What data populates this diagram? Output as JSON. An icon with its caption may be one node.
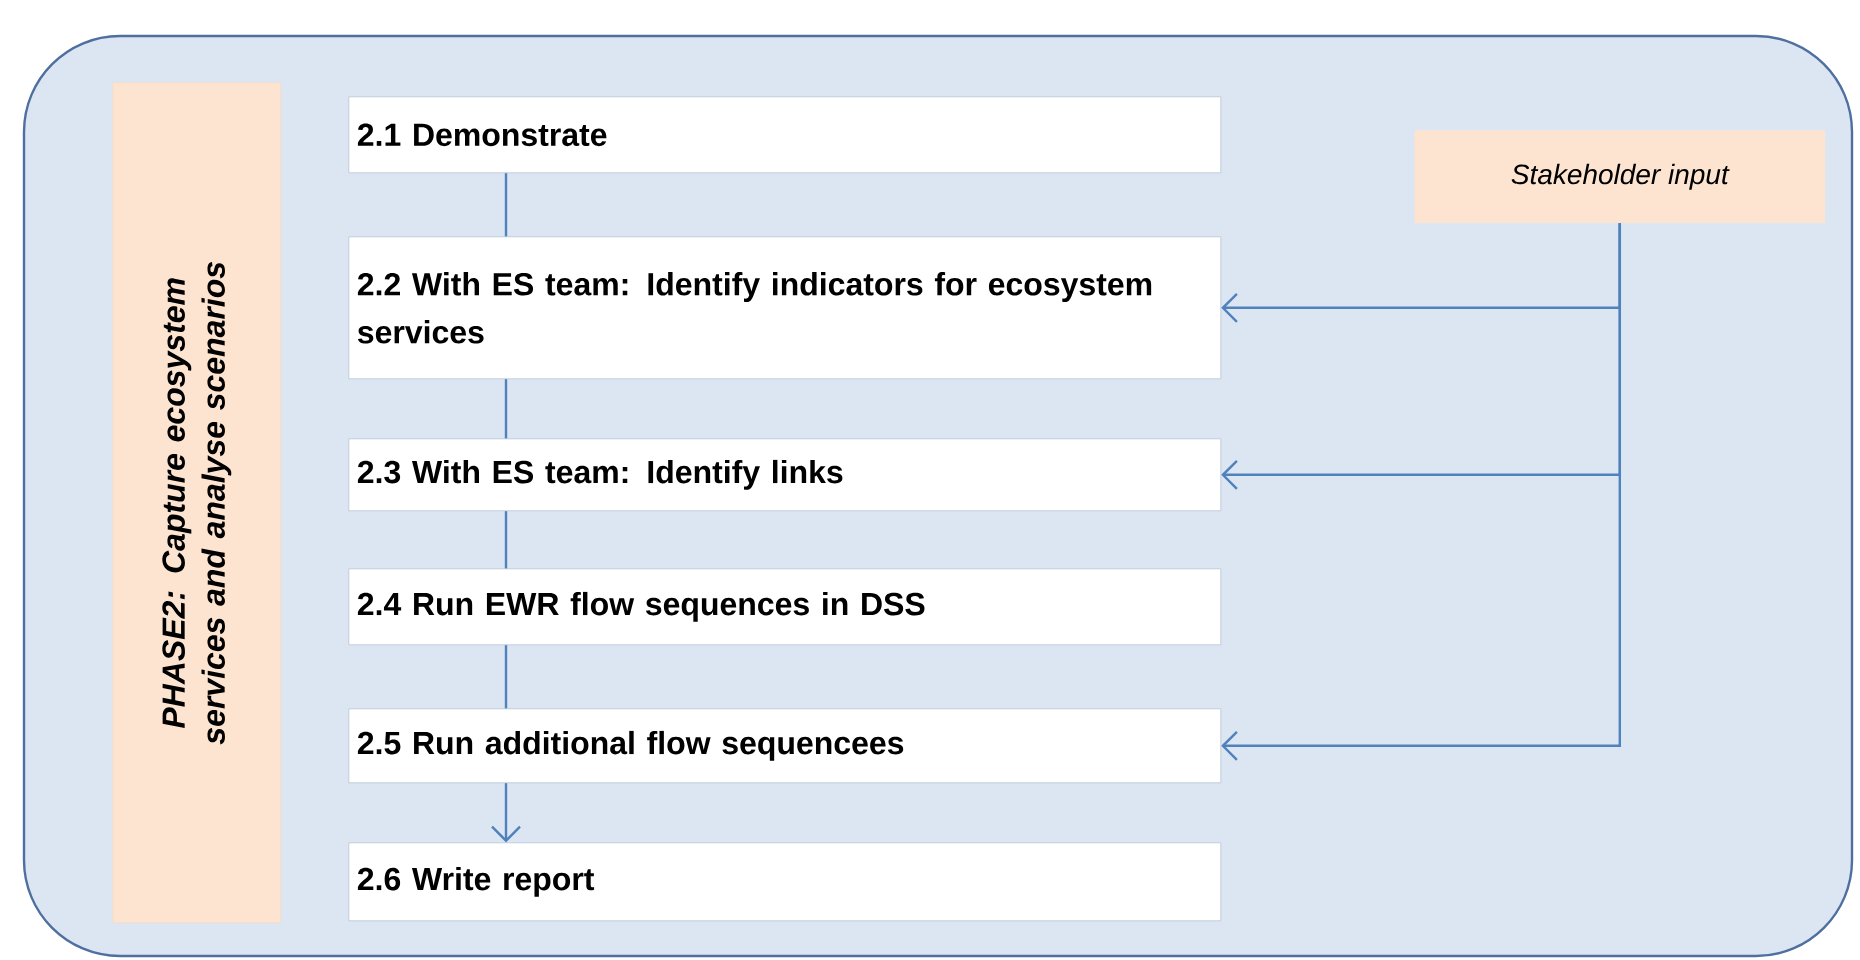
{
  "diagram": {
    "nodes": [
      {
        "text": [],
        "shape": "box"
      },
      {
        "text": [
          "PHASE2: Capture ecosystem services and analyse scenarios"
        ],
        "in": 0
      },
      {
        "text": [
          "2.1 Demonstrate"
        ],
        "in": 0
      },
      {
        "text": [
          "2.2 With ES team: Identify indicators for ecosystem services"
        ],
        "in": 0
      },
      {
        "text": [
          "2.3 With ES team: Identify links"
        ],
        "in": 0
      },
      {
        "text": [
          "2.4 Run EWR flow sequences in DSS"
        ],
        "in": 0
      },
      {
        "text": [
          "2.5 Run additional flow sequencees"
        ],
        "in": 0
      },
      {
        "text": [
          "2.6 Write report"
        ],
        "in": 0
      },
      {
        "text": [
          "Stakeholder input"
        ],
        "in": 0
      }
    ],
    "edges": [
      {
        "from": 2,
        "to": 3,
        "arrow": "none"
      },
      {
        "from": 3,
        "to": 4,
        "arrow": "none"
      },
      {
        "from": 4,
        "to": 5,
        "arrow": "none"
      },
      {
        "from": 5,
        "to": 6,
        "arrow": "none"
      },
      {
        "from": 6,
        "to": 7,
        "arrow": "to"
      },
      {
        "from": 8,
        "to": 3,
        "arrow": "to"
      },
      {
        "from": 8,
        "to": 4,
        "arrow": "to"
      },
      {
        "from": 8,
        "to": 6,
        "arrow": "to"
      }
    ]
  }
}
